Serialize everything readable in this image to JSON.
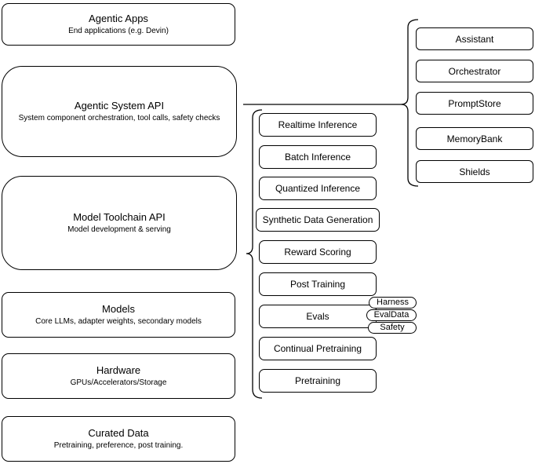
{
  "diagram": {
    "left_stack": [
      {
        "title": "Agentic Apps",
        "subtitle": "End applications (e.g. Devin)"
      },
      {
        "title": "Agentic System API",
        "subtitle": "System component orchestration, tool calls, safety checks"
      },
      {
        "title": "Model Toolchain API",
        "subtitle": "Model development & serving"
      },
      {
        "title": "Models",
        "subtitle": "Core LLMs, adapter weights, secondary models"
      },
      {
        "title": "Hardware",
        "subtitle": "GPUs/Accelerators/Storage"
      },
      {
        "title": "Curated Data",
        "subtitle": "Pretraining, preference, post training."
      }
    ],
    "toolchain_services": [
      "Realtime Inference",
      "Batch Inference",
      "Quantized Inference",
      "Synthetic Data Generation",
      "Reward Scoring",
      "Post Training",
      "Evals",
      "Continual Pretraining",
      "Pretraining"
    ],
    "evals_components": [
      "Harness",
      "EvalData",
      "Safety"
    ],
    "system_components": [
      "Assistant",
      "Orchestrator",
      "PromptStore",
      "MemoryBank",
      "Shields"
    ],
    "colors": {
      "stroke": "#000000",
      "background": "#ffffff",
      "text": "#000000"
    }
  }
}
